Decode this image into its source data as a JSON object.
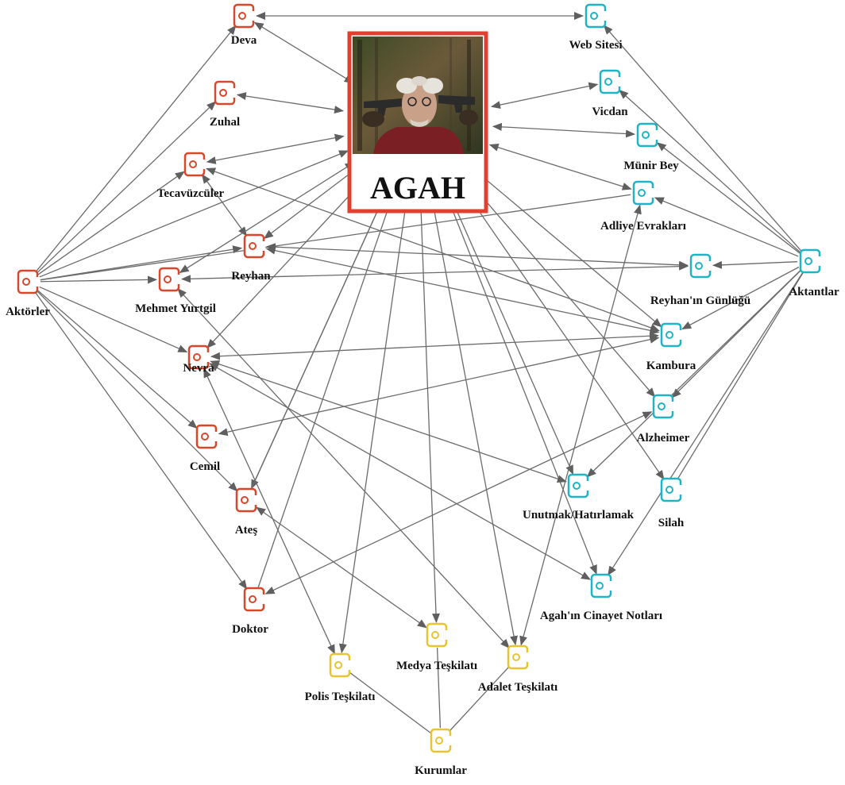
{
  "colors": {
    "actor": "#d9472b",
    "actant": "#1fb3c6",
    "institution": "#e8c431",
    "center_border": "#e04030",
    "edge": "#6b6b6b"
  },
  "center": {
    "label": "AGAH",
    "image_icon": "old-man-with-guns-photo"
  },
  "groups": {
    "actors": "Aktörler",
    "actants": "Aktantlar",
    "institutions": "Kurumlar"
  },
  "nodes": [
    {
      "id": "deva",
      "label": "Deva",
      "type": "actor"
    },
    {
      "id": "zuhal",
      "label": "Zuhal",
      "type": "actor"
    },
    {
      "id": "tecavuzculer",
      "label": "Tecavüzcüler",
      "type": "actor"
    },
    {
      "id": "reyhan",
      "label": "Reyhan",
      "type": "actor"
    },
    {
      "id": "mehmet",
      "label": "Mehmet Yurtgil",
      "type": "actor"
    },
    {
      "id": "nevra",
      "label": "Nevra",
      "type": "actor"
    },
    {
      "id": "cemil",
      "label": "Cemil",
      "type": "actor"
    },
    {
      "id": "ates",
      "label": "Ateş",
      "type": "actor"
    },
    {
      "id": "doktor",
      "label": "Doktor",
      "type": "actor"
    },
    {
      "id": "aktorler",
      "label": "Aktörler",
      "type": "actor"
    },
    {
      "id": "websitesi",
      "label": "Web Sitesi",
      "type": "actant"
    },
    {
      "id": "vicdan",
      "label": "Vicdan",
      "type": "actant"
    },
    {
      "id": "munir",
      "label": "Münir Bey",
      "type": "actant"
    },
    {
      "id": "adliye",
      "label": "Adliye Evrakları",
      "type": "actant"
    },
    {
      "id": "gunluk",
      "label": "Reyhan'ın Günlüğü",
      "type": "actant"
    },
    {
      "id": "aktantlar",
      "label": "Aktantlar",
      "type": "actant"
    },
    {
      "id": "kambura",
      "label": "Kambura",
      "type": "actant"
    },
    {
      "id": "alzheimer",
      "label": "Alzheimer",
      "type": "actant"
    },
    {
      "id": "unutmak",
      "label": "Unutmak/Hatırlamak",
      "type": "actant"
    },
    {
      "id": "silah",
      "label": "Silah",
      "type": "actant"
    },
    {
      "id": "notlar",
      "label": "Agah'ın Cinayet Notları",
      "type": "actant"
    },
    {
      "id": "medya",
      "label": "Medya Teşkilatı",
      "type": "institution"
    },
    {
      "id": "adalet",
      "label": "Adalet Teşkilatı",
      "type": "institution"
    },
    {
      "id": "polis",
      "label": "Polis Teşkilatı",
      "type": "institution"
    },
    {
      "id": "kurumlar",
      "label": "Kurumlar",
      "type": "institution"
    }
  ]
}
